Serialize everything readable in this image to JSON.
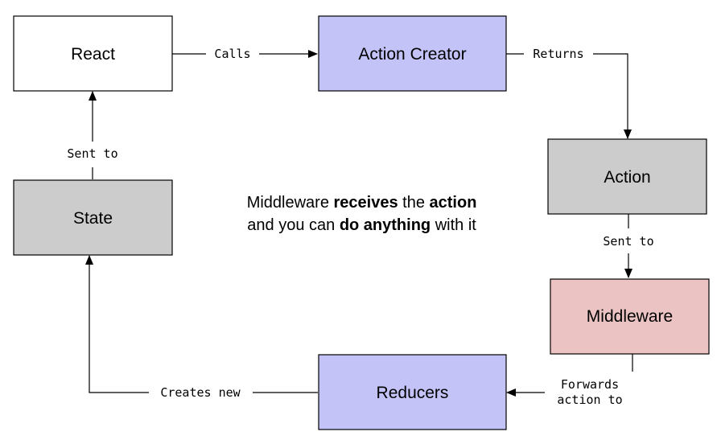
{
  "nodes": {
    "react": {
      "label": "React",
      "fill": "#ffffff"
    },
    "action_creator": {
      "label": "Action Creator",
      "fill": "#c3c3f7"
    },
    "action": {
      "label": "Action",
      "fill": "#cccccc"
    },
    "middleware": {
      "label": "Middleware",
      "fill": "#ecc3c3"
    },
    "reducers": {
      "label": "Reducers",
      "fill": "#c3c3f7"
    },
    "state": {
      "label": "State",
      "fill": "#cccccc"
    }
  },
  "edges": {
    "calls": "Calls",
    "returns": "Returns",
    "action_sent_to": "Sent to",
    "forwards_line1": "Forwards",
    "forwards_line2": "action to",
    "creates_new": "Creates new",
    "state_sent_to": "Sent to"
  },
  "note": {
    "line1_a": "Middleware ",
    "line1_b": "receives",
    "line1_c": " the ",
    "line1_d": "action",
    "line2_a": "and you can ",
    "line2_b": "do anything",
    "line2_c": " with it"
  }
}
